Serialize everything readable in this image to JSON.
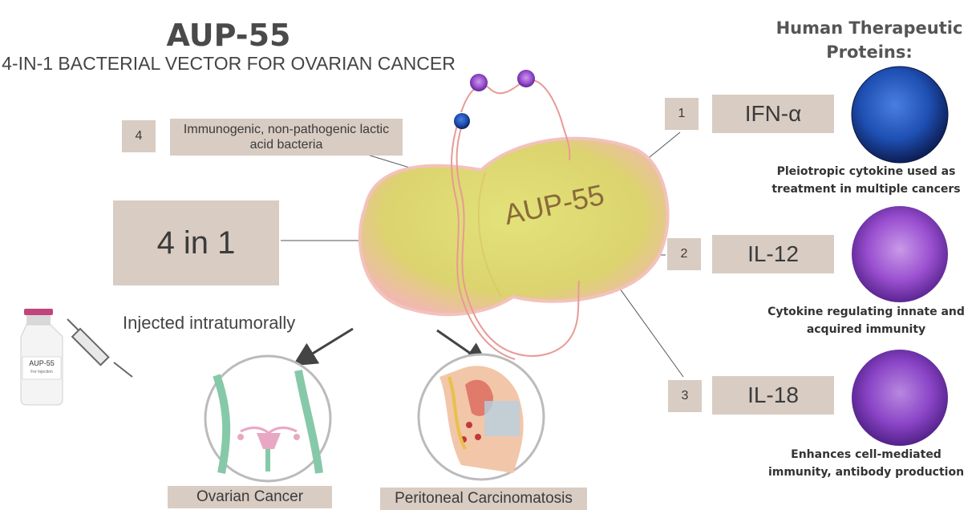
{
  "header": {
    "title": "AUP-55",
    "subtitle": "4-IN-1 BACTERIAL VECTOR FOR OVARIAN CANCER"
  },
  "proteins_heading": "Human Therapeutic Proteins:",
  "bacterium": {
    "label": "AUP-55",
    "color": "#e8e08a"
  },
  "features": {
    "main_box": "4 in 1",
    "item4": {
      "number": "4",
      "text": "Immunogenic, non-pathogenic lactic acid bacteria"
    },
    "injection": "Injected intratumorally"
  },
  "vial": {
    "label": "AUP-55",
    "sub": "For Injection"
  },
  "targets": [
    {
      "label": "Ovarian Cancer"
    },
    {
      "label": "Peritoneal Carcinomatosis"
    }
  ],
  "proteins": [
    {
      "number": "1",
      "name": "IFN-α",
      "caption": "Pleiotropic cytokine used as treatment in multiple cancers",
      "color": "#1f4fb0"
    },
    {
      "number": "2",
      "name": "IL-12",
      "caption": "Cytokine regulating innate and acquired immunity",
      "color": "#9040c0"
    },
    {
      "number": "3",
      "name": "IL-18",
      "caption": "Enhances cell-mediated immunity, antibody production",
      "color": "#7a3ab8"
    }
  ],
  "colors": {
    "box": "#d8ccc3",
    "dna": "#e89a96",
    "arrow": "#444444"
  }
}
